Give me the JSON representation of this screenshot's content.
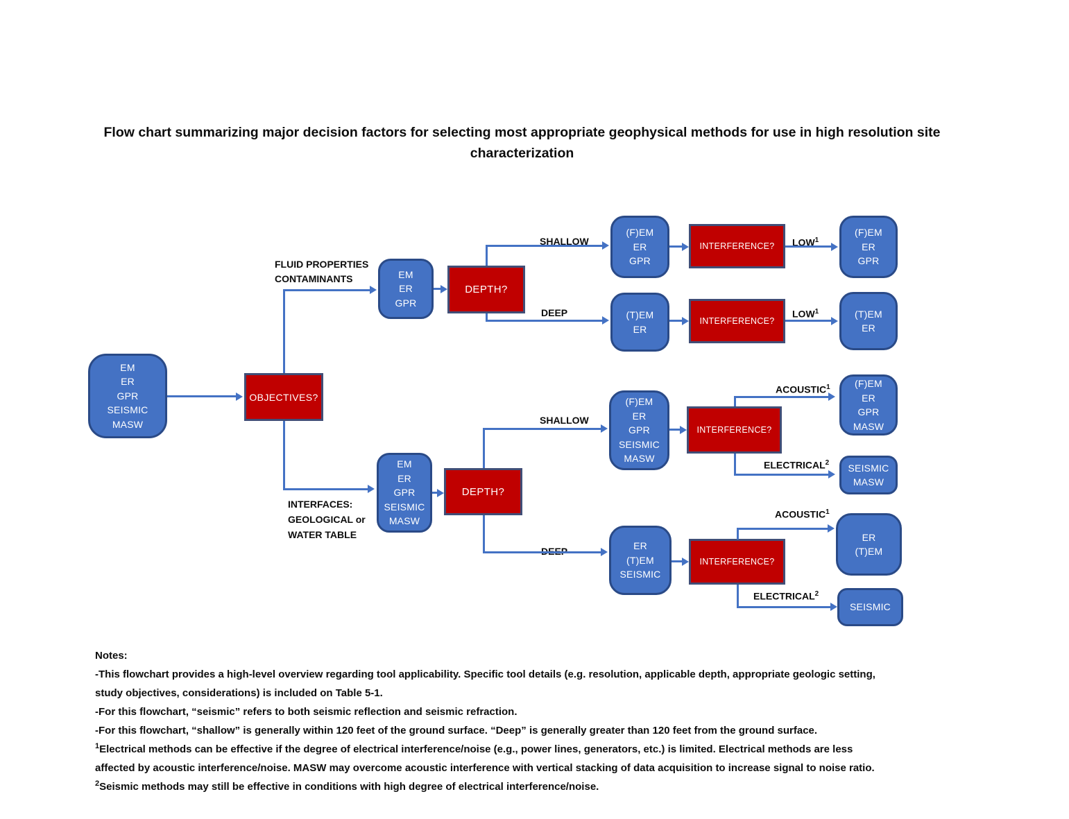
{
  "title": "Flow chart summarizing major decision factors for selecting most appropriate geophysical methods for use in high resolution site characterization",
  "colors": {
    "node_fill": "#4472C4",
    "node_border": "#2A4A87",
    "decision_fill": "#C00000",
    "decision_border": "#414E77",
    "connector": "#4472C4",
    "label_text": "#0D0D0D",
    "node_text": "#FFFFFF"
  },
  "nodes": {
    "start": {
      "lines": [
        "EM",
        "ER",
        "GPR",
        "SEISMIC",
        "MASW"
      ]
    },
    "fluid_tools": {
      "lines": [
        "EM",
        "ER",
        "GPR"
      ]
    },
    "fluid_shallow": {
      "lines": [
        "(F)EM",
        "ER",
        "GPR"
      ]
    },
    "fluid_shallow_low": {
      "lines": [
        "(F)EM",
        "ER",
        "GPR"
      ]
    },
    "fluid_deep": {
      "lines": [
        "(T)EM",
        "ER"
      ]
    },
    "fluid_deep_low": {
      "lines": [
        "(T)EM",
        "ER"
      ]
    },
    "interface_tools": {
      "lines": [
        "EM",
        "ER",
        "GPR",
        "SEISMIC",
        "MASW"
      ]
    },
    "interface_shallow": {
      "lines": [
        "(F)EM",
        "ER",
        "GPR",
        "SEISMIC",
        "MASW"
      ]
    },
    "interface_shallow_acoustic": {
      "lines": [
        "(F)EM",
        "ER",
        "GPR",
        "MASW"
      ]
    },
    "interface_shallow_electrical": {
      "lines": [
        "SEISMIC",
        "MASW"
      ]
    },
    "interface_deep": {
      "lines": [
        "ER",
        "(T)EM",
        "SEISMIC"
      ]
    },
    "interface_deep_acoustic": {
      "lines": [
        "ER",
        "(T)EM"
      ]
    },
    "interface_deep_electrical": {
      "lines": [
        "SEISMIC"
      ]
    }
  },
  "decisions": {
    "objectives": "OBJECTIVES?",
    "depth_fluid": "DEPTH?",
    "depth_interface": "DEPTH?",
    "interference_fluid_shallow": "INTERFERENCE?",
    "interference_fluid_deep": "INTERFERENCE?",
    "interference_interface_shallow": "INTERFERENCE?",
    "interference_interface_deep": "INTERFERENCE?"
  },
  "labels": {
    "fluid": {
      "lines": [
        "FLUID PROPERTIES",
        "CONTAMINANTS"
      ]
    },
    "interfaces": {
      "lines": [
        "INTERFACES:",
        "GEOLOGICAL or",
        "WATER TABLE"
      ]
    },
    "shallow_fluid": "SHALLOW",
    "deep_fluid": "DEEP",
    "shallow_interface": "SHALLOW",
    "deep_interface": "DEEP",
    "low_shallow": {
      "text": "LOW",
      "sup": "1"
    },
    "low_deep": {
      "text": "LOW",
      "sup": "1"
    },
    "acoustic_shallow": {
      "text": "ACOUSTIC",
      "sup": "1"
    },
    "electrical_shallow": {
      "text": "ELECTRICAL",
      "sup": "2"
    },
    "acoustic_deep": {
      "text": "ACOUSTIC",
      "sup": "1"
    },
    "electrical_deep": {
      "text": "ELECTRICAL",
      "sup": "2"
    }
  },
  "notes": {
    "lines": [
      {
        "sup": "",
        "text": "Notes:"
      },
      {
        "sup": "",
        "text": "-This flowchart provides a high-level overview regarding tool applicability. Specific tool details (e.g. resolution, applicable depth, appropriate geologic setting,"
      },
      {
        "sup": "",
        "text": "study objectives, considerations) is included on Table 5-1."
      },
      {
        "sup": "",
        "text": "-For this flowchart, “seismic” refers to both seismic reflection and seismic refraction."
      },
      {
        "sup": "",
        "text": "-For this flowchart, “shallow” is generally within 120 feet of the ground surface. “Deep” is generally greater than 120 feet from the ground surface."
      },
      {
        "sup": "1",
        "text": "Electrical methods can be effective if the degree of electrical interference/noise (e.g., power lines, generators, etc.) is limited.   Electrical methods are less"
      },
      {
        "sup": "",
        "text": "affected by acoustic interference/noise.   MASW may overcome acoustic interference with vertical stacking of data acquisition to increase signal to noise ratio."
      },
      {
        "sup": "2",
        "text": "Seismic methods may still be effective in conditions with high degree of electrical interference/noise."
      }
    ]
  }
}
